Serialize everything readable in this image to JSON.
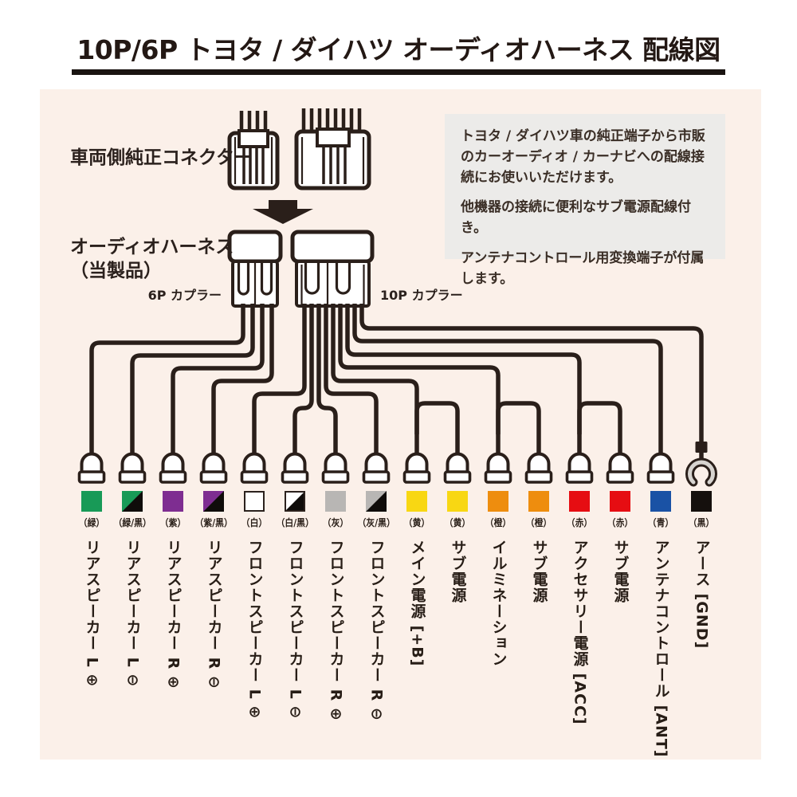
{
  "title": "10P/6P トヨタ / ダイハツ オーディオハーネス 配線図",
  "diagram_labels": {
    "vehicle_connector": "車両側純正コネクター",
    "harness_name": "オーディオハーネス",
    "harness_note": "（当製品）",
    "coupler_6p": "6P カプラー",
    "coupler_10p": "10P カプラー"
  },
  "info_box": {
    "paragraphs": [
      "トヨタ / ダイハツ車の純正端子から市販のカーオーディオ / カーナビへの配線接続にお使いいただけます。",
      "他機器の接続に便利なサブ電源配線付き。",
      "アンテナコントロール用変換端子が付属します。"
    ]
  },
  "wires": [
    {
      "no": 1,
      "from": "6Pカプラー",
      "color_caption": "（緑）",
      "colors": [
        "#189a57"
      ],
      "label": "リアスピーカー L ⊕",
      "terminal": "bullet"
    },
    {
      "no": 2,
      "from": "6Pカプラー",
      "color_caption": "（緑/黒）",
      "colors": [
        "#189a57",
        "#0f0c0a"
      ],
      "label": "リアスピーカー L ⊖",
      "terminal": "bullet"
    },
    {
      "no": 3,
      "from": "6Pカプラー",
      "color_caption": "（紫）",
      "colors": [
        "#7e2d91"
      ],
      "label": "リアスピーカー R ⊕",
      "terminal": "bullet"
    },
    {
      "no": 4,
      "from": "6Pカプラー",
      "color_caption": "（紫/黒）",
      "colors": [
        "#7e2d91",
        "#0f0c0a"
      ],
      "label": "リアスピーカー R ⊖",
      "terminal": "bullet"
    },
    {
      "no": 5,
      "from": "10Pカプラー",
      "color_caption": "（白）",
      "colors": [
        "#ffffff"
      ],
      "label": "フロントスピーカー L ⊕",
      "terminal": "bullet"
    },
    {
      "no": 6,
      "from": "10Pカプラー",
      "color_caption": "（白/黒）",
      "colors": [
        "#ffffff",
        "#0f0c0a"
      ],
      "label": "フロントスピーカー L ⊖",
      "terminal": "bullet"
    },
    {
      "no": 7,
      "from": "10Pカプラー",
      "color_caption": "（灰）",
      "colors": [
        "#b8b6b4"
      ],
      "label": "フロントスピーカー R ⊕",
      "terminal": "bullet"
    },
    {
      "no": 8,
      "from": "10Pカプラー",
      "color_caption": "（灰/黒）",
      "colors": [
        "#b8b6b4",
        "#0f0c0a"
      ],
      "label": "フロントスピーカー R ⊖",
      "terminal": "bullet"
    },
    {
      "no": 9,
      "from": "10Pカプラー",
      "color_caption": "（黄）",
      "colors": [
        "#f8d713"
      ],
      "label": "メイン電源 [+B]",
      "terminal": "bullet"
    },
    {
      "no": 10,
      "from": "分岐",
      "color_caption": "（黄）",
      "colors": [
        "#f8d713"
      ],
      "label": "サブ電源",
      "terminal": "bullet"
    },
    {
      "no": 11,
      "from": "10Pカプラー",
      "color_caption": "（橙）",
      "colors": [
        "#ee8d0e"
      ],
      "label": "イルミネーション",
      "terminal": "bullet"
    },
    {
      "no": 12,
      "from": "分岐",
      "color_caption": "（橙）",
      "colors": [
        "#ee8d0e"
      ],
      "label": "サブ電源",
      "terminal": "bullet"
    },
    {
      "no": 13,
      "from": "10Pカプラー",
      "color_caption": "（赤）",
      "colors": [
        "#e60d12"
      ],
      "label": "アクセサリー電源 [ACC]",
      "terminal": "bullet"
    },
    {
      "no": 14,
      "from": "分岐",
      "color_caption": "（赤）",
      "colors": [
        "#e60d12"
      ],
      "label": "サブ電源",
      "terminal": "bullet"
    },
    {
      "no": 15,
      "from": "10Pカプラー",
      "color_caption": "（青）",
      "colors": [
        "#1a52a5"
      ],
      "label": "アンテナコントロール [ANT]",
      "terminal": "bullet"
    },
    {
      "no": 16,
      "from": "10Pカプラー",
      "color_caption": "（黒）",
      "colors": [
        "#15100d"
      ],
      "label": "アース [GND]",
      "terminal": "ring"
    }
  ],
  "colors": {
    "ink": "#2a1f1a",
    "title_ink": "#231814",
    "panel_bg": "#fbf0e9",
    "info_bg": "#ecebe9",
    "ring_gray": "#d7d4d0",
    "connector_fill": "#ffffff"
  }
}
